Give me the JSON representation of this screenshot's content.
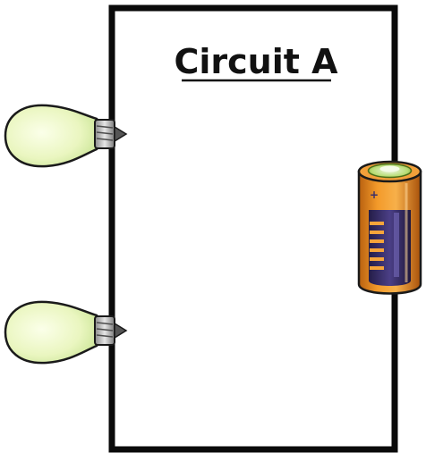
{
  "diagram": {
    "title": "Circuit A",
    "components": [
      {
        "type": "bulb",
        "name": "bulb-top"
      },
      {
        "type": "bulb",
        "name": "bulb-bottom"
      },
      {
        "type": "battery",
        "name": "battery",
        "terminal_mark": "+"
      }
    ],
    "colors": {
      "wire": "#0a0a0a",
      "bulb_glass": "#eef8c8",
      "bulb_base": "#bfbfbf",
      "battery_body": "#f08a1c",
      "battery_label": "#3a2f6a",
      "battery_cap": "#9acb3c"
    }
  }
}
